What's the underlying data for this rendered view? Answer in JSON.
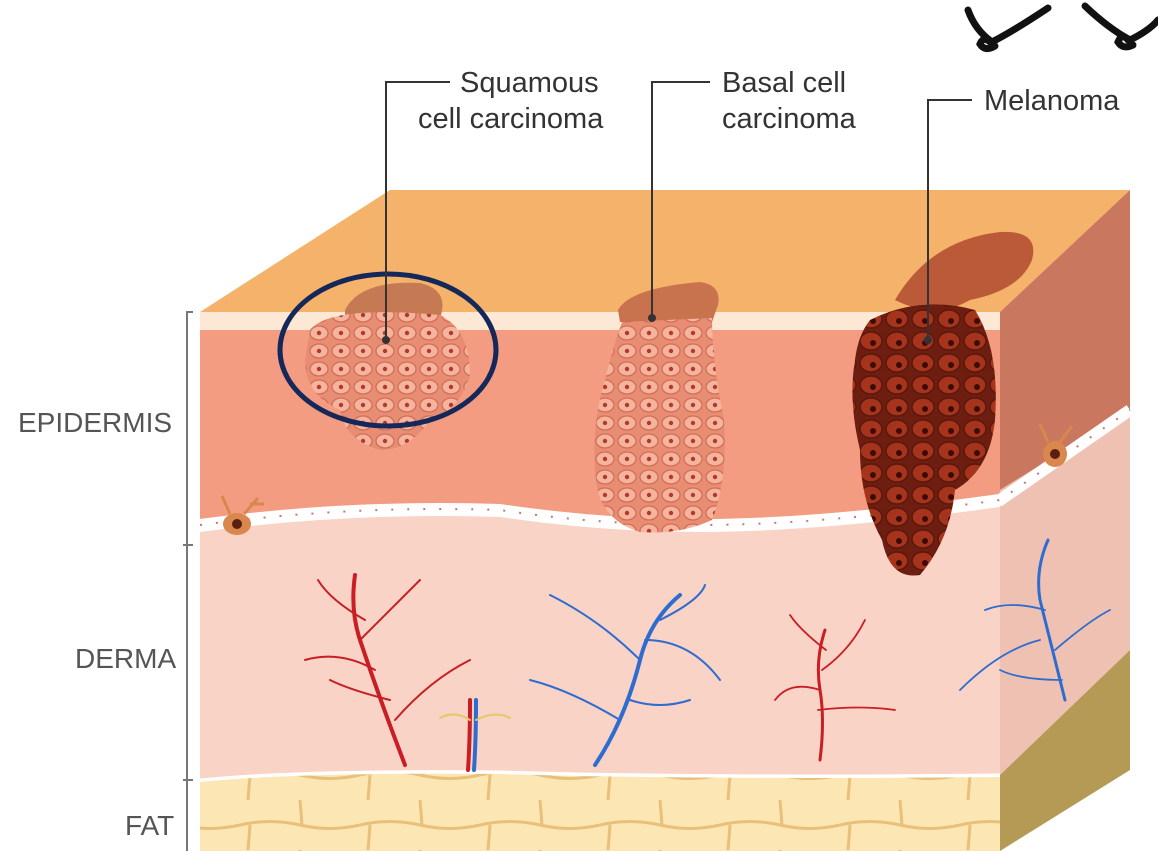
{
  "labels": {
    "squamous_line1": "Squamous",
    "squamous_line2": "cell carcinoma",
    "basal_line1": "Basal cell",
    "basal_line2": "carcinoma",
    "melanoma": "Melanoma"
  },
  "layers": {
    "epidermis": "EPIDERMIS",
    "derma": "DERMA",
    "fat": "FAT"
  },
  "colors": {
    "skin_top": "#f5b26a",
    "epidermis": "#f39c82",
    "dermis": "#f9d3c6",
    "fat": "#fbe6b4",
    "highlight_ring": "#14285a",
    "artery": "#c81e24",
    "vein": "#2e6ccf",
    "melanoma": "#8e2b1a"
  }
}
